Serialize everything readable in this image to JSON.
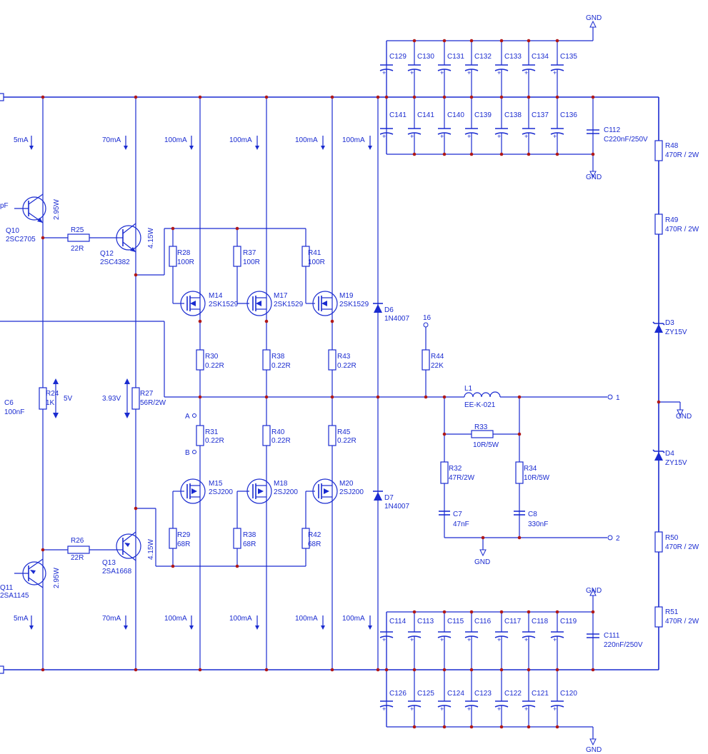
{
  "labels": {
    "gnd": "GND",
    "i5": "5mA",
    "i70": "70mA",
    "i100": "100mA",
    "pF": "pF",
    "q10": "Q10",
    "q10p": "2SC2705",
    "q10w": "2.95W",
    "q11": "Q11",
    "q11p": "2SA1145",
    "q11w": "2.95W",
    "q12": "Q12",
    "q12p": "2SC4382",
    "q12w": "4.15W",
    "q13": "Q13",
    "q13p": "2SA1668",
    "q13w": "4.15W",
    "r25": "R25",
    "r25v": "22R",
    "r26": "R26",
    "r26v": "22R",
    "r24": "R24",
    "r24v": "1K",
    "v5": "5V",
    "r27": "R27",
    "r27v": "56R/2W",
    "v393": "3.93V",
    "c6": "C6",
    "c6v": "100nF",
    "r28": "R28",
    "r28v": "100R",
    "r37": "R37",
    "r37v": "100R",
    "r41": "R41",
    "r41v": "100R",
    "m14": "M14",
    "m14p": "2SK1529",
    "m17": "M17",
    "m17p": "2SK1529",
    "m19": "M19",
    "m19p": "2SK1529",
    "r30": "R30",
    "r30v": "0.22R",
    "r38a": "R38",
    "r38av": "0.22R",
    "r43": "R43",
    "r43v": "0.22R",
    "r31": "R31",
    "r31v": "0.22R",
    "r40": "R40",
    "r40v": "0.22R",
    "r45": "R45",
    "r45v": "0.22R",
    "pa": "A",
    "pb": "B",
    "m15": "M15",
    "m15p": "2SJ200",
    "m18": "M18",
    "m18p": "2SJ200",
    "m20": "M20",
    "m20p": "2SJ200",
    "r29": "R29",
    "r29v": "68R",
    "r38b": "R38",
    "r38bv": "68R",
    "r42": "R42",
    "r42v": "68R",
    "d6": "D6",
    "d6p": "1N4007",
    "d7": "D7",
    "d7p": "1N4007",
    "n16": "16",
    "r44": "R44",
    "r44v": "22K",
    "l1": "L1",
    "l1p": "EE-K-021",
    "r33": "R33",
    "r33v": "10R/5W",
    "r32": "R32",
    "r32v": "47R/2W",
    "r34": "R34",
    "r34v": "10R/5W",
    "c7": "C7",
    "c7v": "47nF",
    "c8": "C8",
    "c8v": "330nF",
    "o1": "1",
    "o2": "2",
    "c112": "C112",
    "c112v": "C220nF/250V",
    "c111": "C111",
    "c111v": "220nF/250V",
    "r48": "R48",
    "r48v": "470R / 2W",
    "r49": "R49",
    "r49v": "470R / 2W",
    "r50": "R50",
    "r50v": "470R / 2W",
    "r51": "R51",
    "r51v": "470R / 2W",
    "d3": "D3",
    "d3p": "ZY15V",
    "d4": "D4",
    "d4p": "ZY15V"
  },
  "caps": {
    "top_row1": [
      "C129",
      "C130",
      "C131",
      "C132",
      "C133",
      "C134",
      "C135"
    ],
    "top_row2": [
      "C141",
      "C141",
      "C140",
      "C139",
      "C138",
      "C137",
      "C136"
    ],
    "bot_row1": [
      "C114",
      "C113",
      "C115",
      "C116",
      "C117",
      "C118",
      "C119"
    ],
    "bot_row2": [
      "C126",
      "C125",
      "C124",
      "C123",
      "C122",
      "C121",
      "C120"
    ]
  },
  "colors": {
    "wire": "#1a2bd0",
    "junction": "#b01818"
  }
}
